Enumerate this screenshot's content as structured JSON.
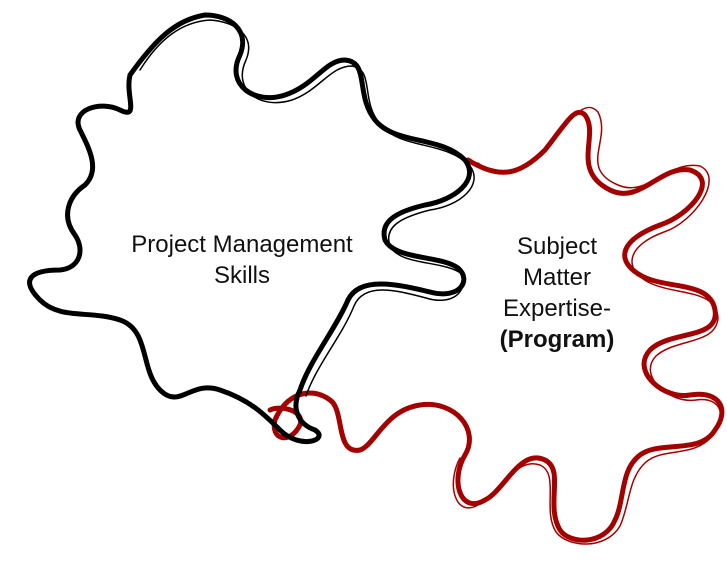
{
  "pieces": {
    "left": {
      "lines": [
        "Project Management",
        "Skills"
      ],
      "color": "#000000"
    },
    "right": {
      "lines": [
        "Subject",
        "Matter",
        "Expertise-"
      ],
      "bold_line": "(Program)",
      "color": "#a30000"
    }
  }
}
